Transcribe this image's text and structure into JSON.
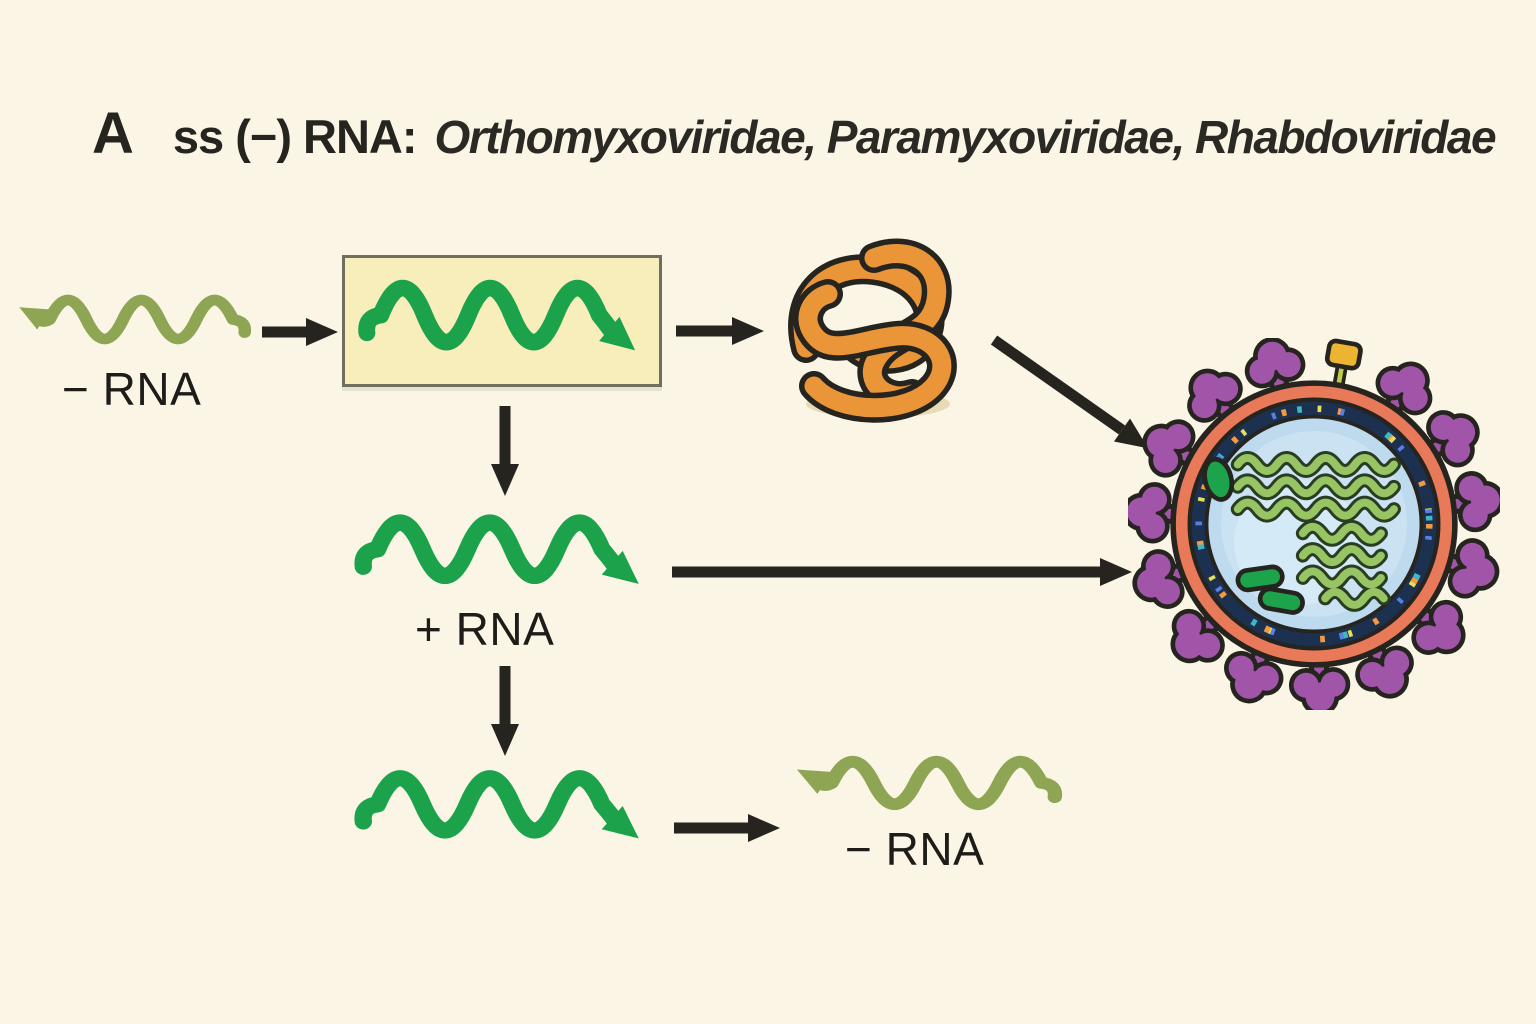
{
  "title": {
    "panel_label": "A",
    "genome_label": "ss (−) RNA:",
    "families": "Orthomyxoviridae, Paramyxoviridae, Rhabdoviridae"
  },
  "labels": {
    "template_genome": "− RNA",
    "antigenome": "+ RNA",
    "progeny_genome": "− RNA"
  },
  "icons": {
    "negative_rna_wave_icon": "olive wavy arrow pointing up-left (negative-sense RNA strand)",
    "mrna_wave_icon": "green wavy arrow pointing down-right (mRNA / transcript)",
    "positive_rna_wave_icon": "green wavy arrow pointing down-right (positive-sense antigenome)",
    "template_highlight_box": "yellow highlighted box around genome template",
    "protein_tangle_icon": "orange tangled ribbon (translated viral protein)",
    "virion_icon": "enveloped virus particle with purple surface spikes and coiled green RNA segments",
    "flow_arrow_icon": "straight black process arrow"
  },
  "palette": {
    "background": "#fbf5e6",
    "ink": "#26241f",
    "olive": "#8ea554",
    "green": "#1ca24b",
    "box_fill": "#f8eebb",
    "box_border": "#6f6f60",
    "orange": "#eb9539",
    "purple": "#a055a8",
    "salmon": "#e87a5a",
    "navy": "#1c3050",
    "cell_blue": "#bedaee",
    "coil_green": "#98c564",
    "coil_outline": "#2a3d22",
    "gold": "#edb431",
    "stalk_yellowgreen": "#c3cc4a"
  }
}
